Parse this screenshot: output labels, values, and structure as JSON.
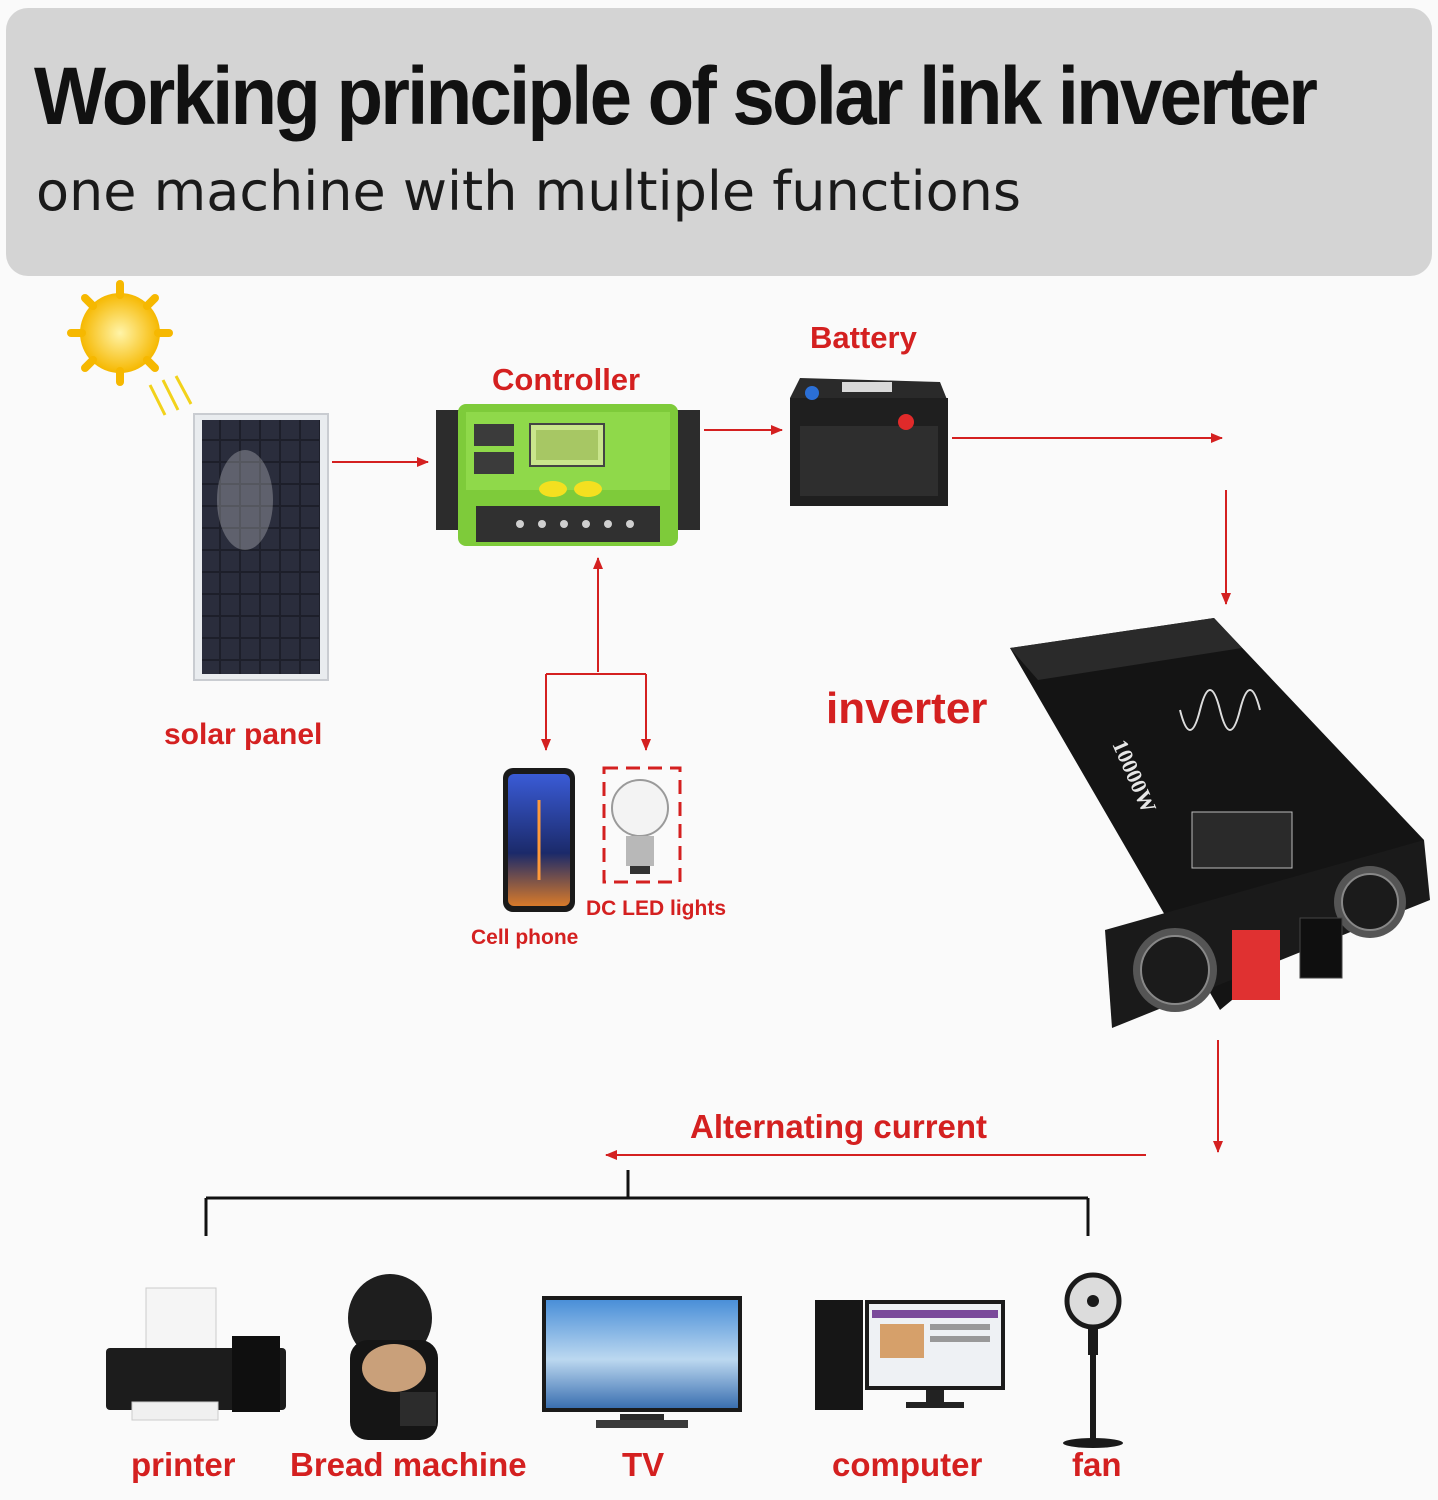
{
  "header": {
    "title": "Working principle of solar link inverter",
    "subtitle": "one machine with multiple functions"
  },
  "components": {
    "solar_panel": "solar panel",
    "controller": "Controller",
    "battery": "Battery",
    "inverter": "inverter",
    "cell_phone": "Cell phone",
    "dc_led": "DC LED lights"
  },
  "ac_label": "Alternating current",
  "appliances": {
    "printer": "printer",
    "bread_machine": "Bread machine",
    "tv": "TV",
    "computer": "computer",
    "fan": "fan"
  },
  "inverter_rating": "10000W",
  "colors": {
    "accent": "#d42020",
    "header_bg": "#d4d4d4",
    "controller_green": "#7ecb3a"
  }
}
